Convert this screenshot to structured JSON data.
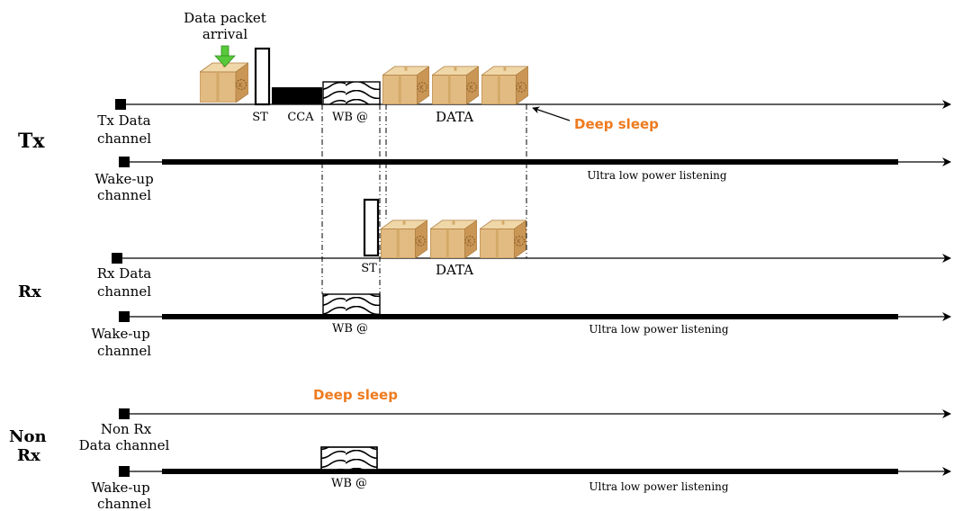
{
  "labels": {
    "packet_arrival_line1": "Data packet",
    "packet_arrival_line2": "arrival",
    "st": "ST",
    "cca": "CCA",
    "wb": "WB @",
    "data": "DATA",
    "deep_sleep": "Deep sleep",
    "ulp": "Ultra low power listening"
  },
  "roles": {
    "tx": "Tx",
    "rx": "Rx",
    "nonrx_line1": "Non",
    "nonrx_line2": "Rx"
  },
  "channels": {
    "tx_data_1": "Tx Data",
    "tx_data_2": "channel",
    "tx_wake_1": "Wake-up",
    "tx_wake_2": "channel",
    "rx_data_1": "Rx Data",
    "rx_data_2": "channel",
    "rx_wake_1": "Wake-up",
    "rx_wake_2": "channel",
    "non_data_1": "Non Rx",
    "non_data_2": "Data channel",
    "non_wake_1": "Wake-up",
    "non_wake_2": "channel"
  },
  "colors": {
    "deep_sleep": "#ee7b1f",
    "box_light": "#e8c48f",
    "box_dark": "#c28f4f",
    "arrow_green": "#58c93a"
  },
  "icons": {
    "packet": "package-box-icon",
    "arrival": "green-down-arrow-icon"
  }
}
